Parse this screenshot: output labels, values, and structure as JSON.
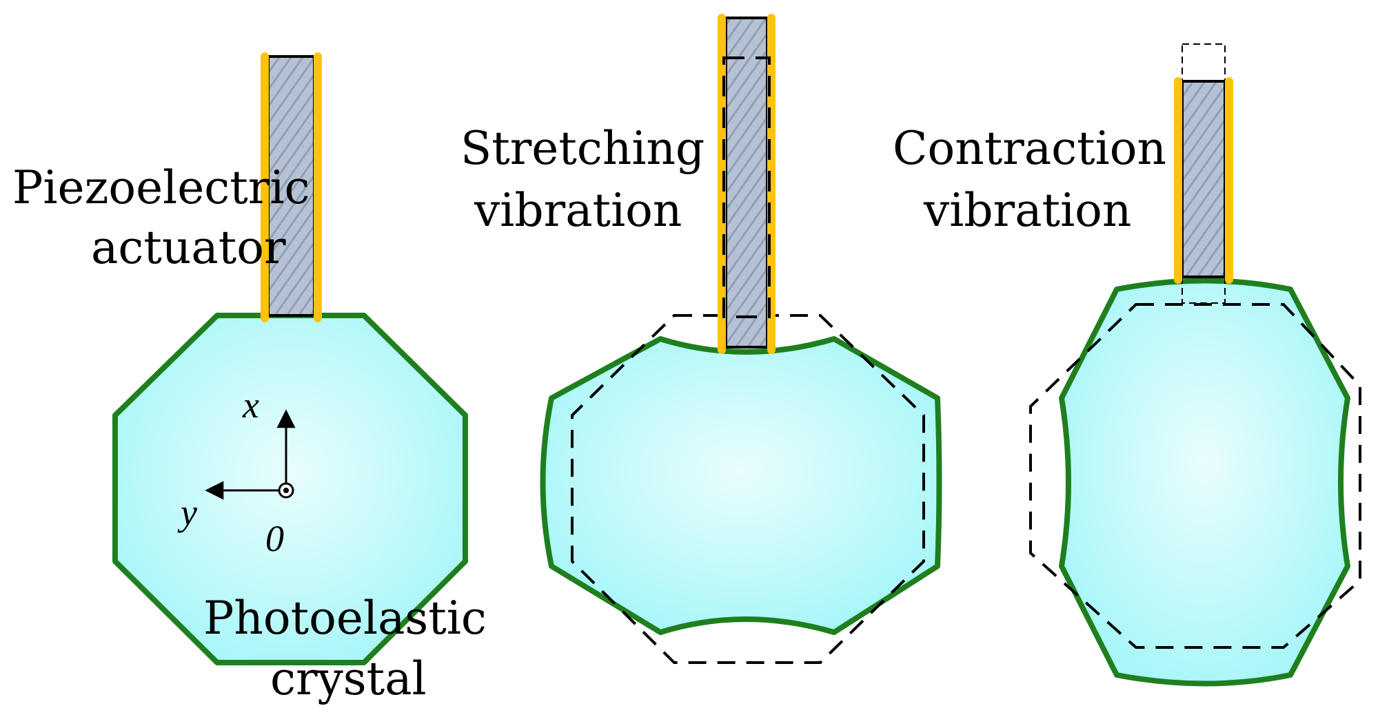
{
  "labels": {
    "piezo_line1": "Piezoelectric",
    "piezo_line2": "actuator",
    "photo_line1": "Photoelastic",
    "photo_line2": "crystal",
    "stretch_line1": "Stretching",
    "stretch_line2": "vibration",
    "contract_line1": "Contraction",
    "contract_line2": "vibration"
  },
  "axes": {
    "x": "x",
    "y": "y",
    "origin": "0"
  },
  "colors": {
    "crystal_fill": "#a6f6f8",
    "crystal_center": "#e9fdfd",
    "crystal_outline": "#1f7f1f",
    "electrode": "#ffc20e",
    "actuator_body": "#a9b7cc",
    "dashed_outline": "#000000"
  }
}
